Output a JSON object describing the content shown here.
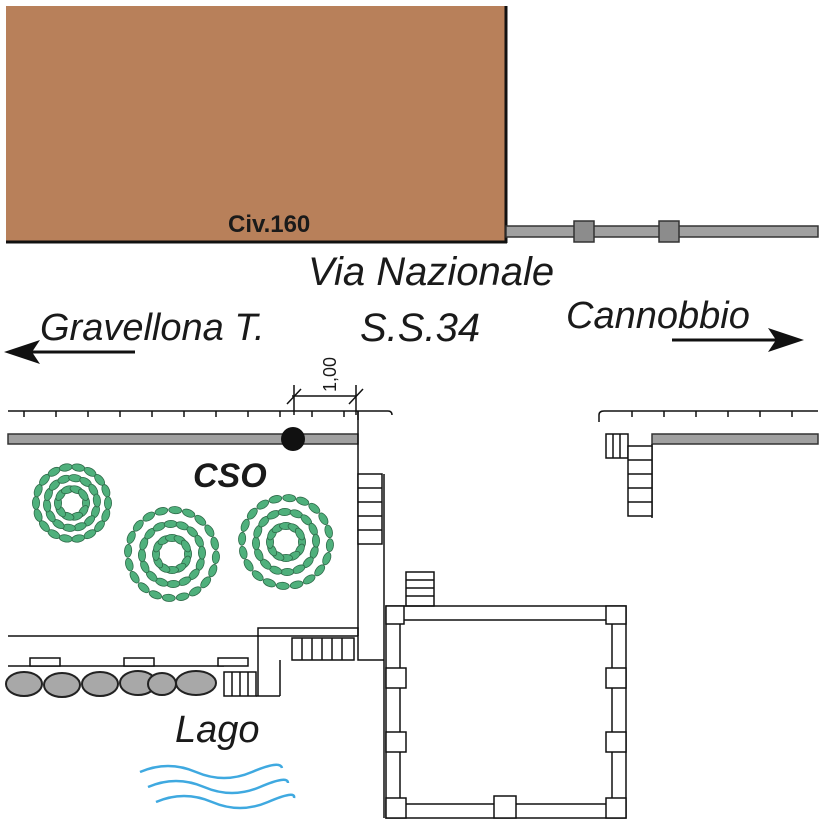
{
  "building": {
    "label": "Civ.160",
    "fill": "#B8805A"
  },
  "road": {
    "name": "Via Nazionale",
    "code": "S.S.34"
  },
  "directions": {
    "left": "Gravellona T.",
    "right": "Cannobbio"
  },
  "dimension": {
    "value": "1,00"
  },
  "point": {
    "label": "CSO"
  },
  "water": {
    "label": "Lago",
    "color": "#3FA9E0"
  },
  "colors": {
    "pipe": "#A0A0A0",
    "tree": "#4FB07C",
    "tree_edge": "#2E6B49",
    "rock": "#A8A8A8"
  }
}
